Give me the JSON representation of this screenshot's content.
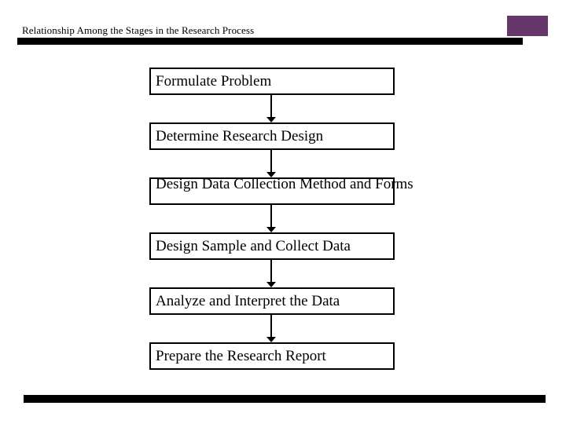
{
  "slide": {
    "title": "Relationship Among the Stages in the Research Process",
    "accent_color": "#66376b",
    "rule_color": "#000000",
    "background": "#ffffff"
  },
  "flowchart": {
    "type": "flowchart",
    "orientation": "vertical-top-down",
    "connector_glyph": "down-arrow",
    "nodes": [
      {
        "id": "step-1",
        "label": "Formulate Problem"
      },
      {
        "id": "step-2",
        "label": "Determine Research Design"
      },
      {
        "id": "step-3",
        "label": "Design Data Collection Method and Forms"
      },
      {
        "id": "step-4",
        "label": "Design Sample and Collect Data"
      },
      {
        "id": "step-5",
        "label": "Analyze and Interpret the Data"
      },
      {
        "id": "step-6",
        "label": "Prepare the Research Report"
      }
    ]
  }
}
